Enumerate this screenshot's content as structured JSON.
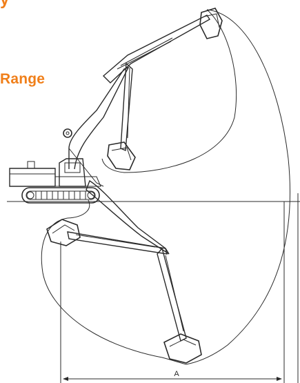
{
  "header": {
    "title_fragment": "y",
    "section_heading": "Range",
    "accent_color": "#f07f1a"
  },
  "diagram": {
    "dimension_label": "A",
    "line_color": "#2a2a2a"
  }
}
